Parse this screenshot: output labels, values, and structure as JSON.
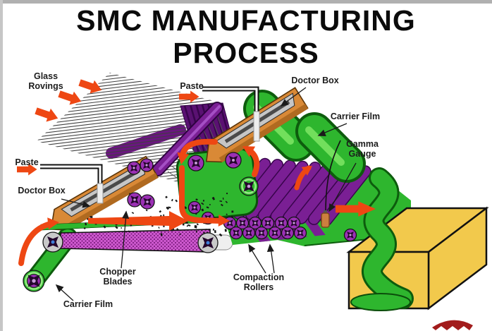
{
  "title": {
    "line1": "SMC MANUFACTURING",
    "line2": "PROCESS"
  },
  "labels": {
    "glass_rovings_line1": "Glass",
    "glass_rovings_line2": "Rovings",
    "paste_top": "Paste",
    "doctor_box_top": "Doctor Box",
    "carrier_film_right": "Carrier Film",
    "gamma_gauge_line1": "Gamma",
    "gamma_gauge_line2": "Gauge",
    "paste_left": "Paste",
    "doctor_box_left": "Doctor Box",
    "chopper_blades_line1": "Chopper",
    "chopper_blades_line2": "Blades",
    "carrier_film_bottom": "Carrier Film",
    "compaction_rollers_line1": "Compaction",
    "compaction_rollers_line2": "Rollers"
  },
  "colors": {
    "belt_green": "#2eb62e",
    "belt_green_dark": "#0d5c0d",
    "belt_green_light": "#72df5c",
    "roller_purple": "#7a1f94",
    "roller_purple_dark": "#38054c",
    "paste_magenta": "#cf5ad0",
    "paste_magenta_dark": "#7e1d80",
    "tray_orange": "#d98936",
    "tray_orange_dark": "#5a3408",
    "flow_arrow_orange": "#ee4713",
    "output_box_yellow": "#f2c94c",
    "gauge_orange": "#cc7f3e",
    "logo_red": "#a21c1c",
    "label_text": "#1c1c1c",
    "ink": "#1a1a1a"
  }
}
